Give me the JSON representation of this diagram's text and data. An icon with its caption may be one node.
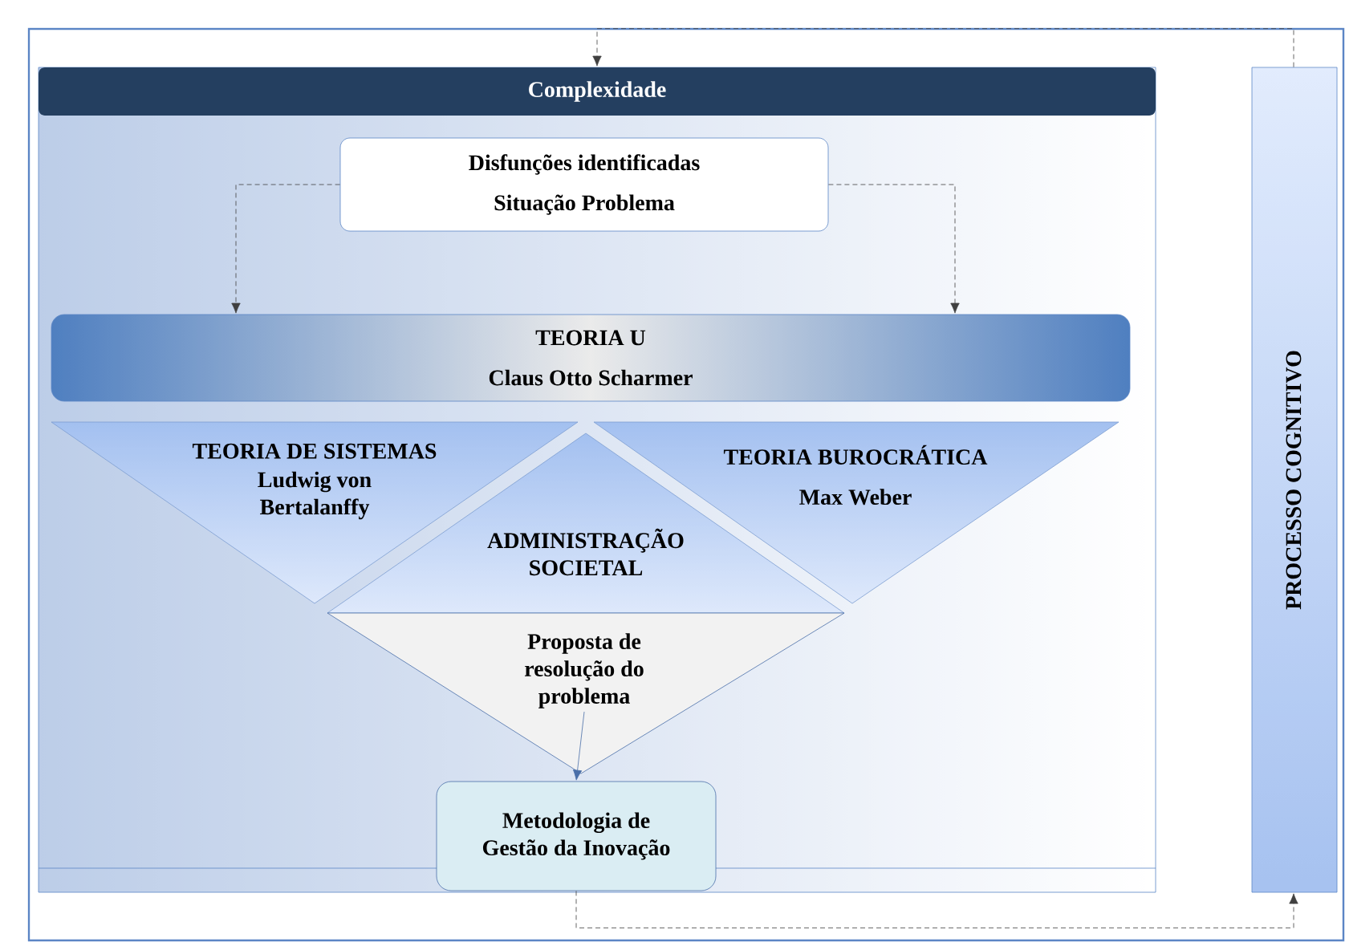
{
  "diagram": {
    "nodes": [
      {
        "text": [
          "Complexidade"
        ]
      },
      {
        "text": [
          "Disfunções identificadas",
          "Situação Problema"
        ],
        "in": 0
      },
      {
        "text": [
          "TEORIA U",
          "Claus Otto Scharmer"
        ],
        "in": 0
      },
      {
        "text": [
          "TEORIA DE SISTEMAS",
          "Ludwig von Bertalanffy"
        ],
        "in": 0
      },
      {
        "text": [
          "TEORIA BUROCRÁTICA",
          "Max Weber"
        ],
        "in": 0
      },
      {
        "text": [
          "ADMINISTRAÇÃO SOCIETAL"
        ],
        "in": 0
      },
      {
        "text": [
          "Proposta de resolução do problema"
        ],
        "in": 0
      },
      {
        "text": [
          "Metodologia de Gestão da Inovação"
        ],
        "in": 0
      },
      {
        "text": [
          "PROCESSO COGNITIVO"
        ]
      }
    ],
    "edges": [
      {
        "from": 1,
        "to": 2,
        "arrow": "to",
        "style": "dashed"
      },
      {
        "from": 1,
        "to": 2,
        "arrow": "to",
        "style": "dashed"
      },
      {
        "from": 6,
        "to": 7,
        "arrow": "to",
        "color": "#4a6fa8"
      },
      {
        "from": 7,
        "to": 8,
        "arrow": "to",
        "style": "dashed"
      },
      {
        "from": 8,
        "to": 0,
        "arrow": "to",
        "style": "dashed"
      }
    ]
  }
}
